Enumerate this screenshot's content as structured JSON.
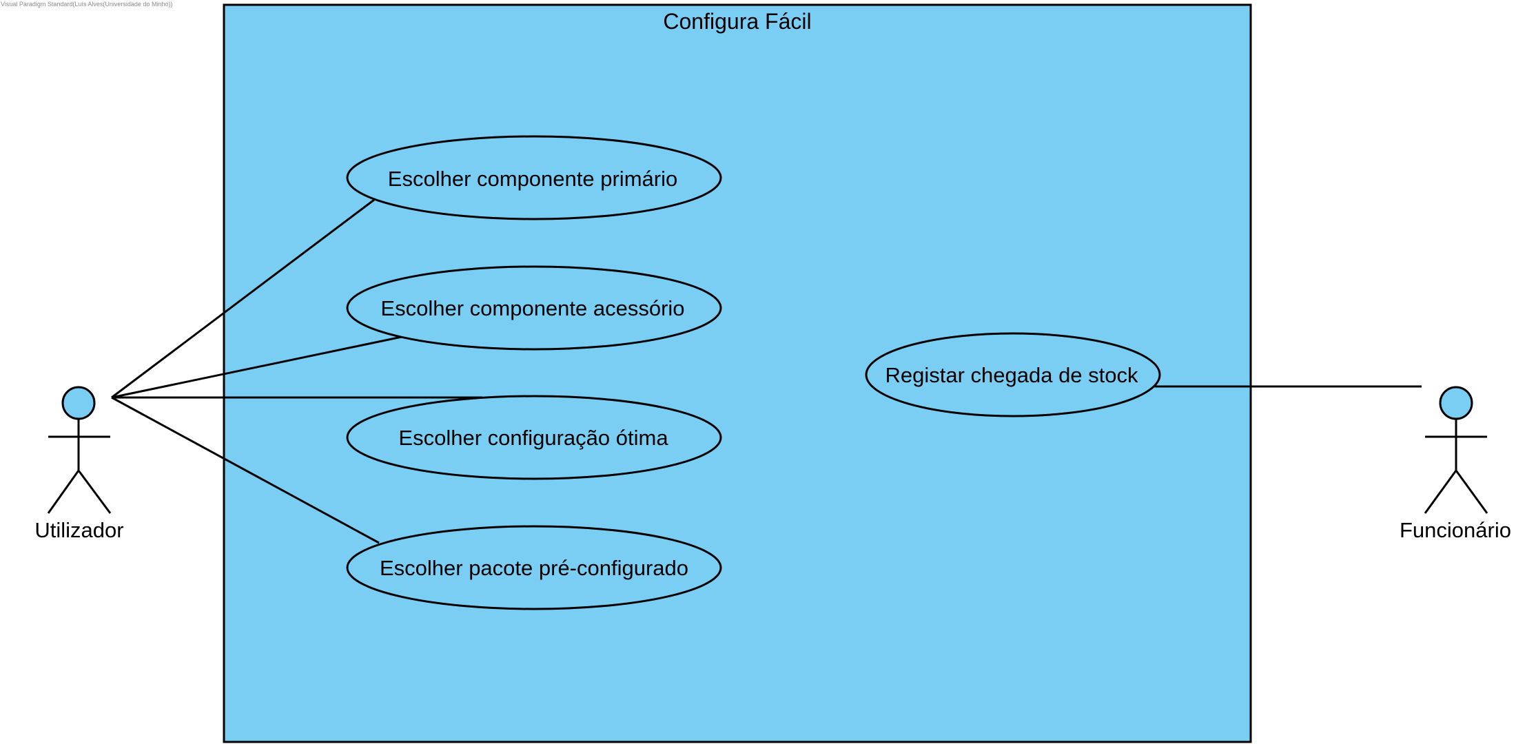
{
  "watermark": "Visual Paradigm Standard(Luís Alves(Universidade do Minho))",
  "system": {
    "name": "Configura Fácil"
  },
  "actors": {
    "utilizador": "Utilizador",
    "funcionario": "Funcionário"
  },
  "use_cases": {
    "escolher_componente_primario": "Escolher componente primário",
    "escolher_componente_acessorio": "Escolher componente acessório",
    "escolher_configuracao_otima": "Escolher configuração ótima",
    "escolher_pacote_pre_configurado": "Escolher pacote pré-configurado",
    "registar_chegada_de_stock": "Registar chegada de stock"
  },
  "associations": [
    {
      "from": "Utilizador",
      "to": "Escolher componente primário"
    },
    {
      "from": "Utilizador",
      "to": "Escolher componente acessório"
    },
    {
      "from": "Utilizador",
      "to": "Escolher configuração ótima"
    },
    {
      "from": "Utilizador",
      "to": "Escolher pacote pré-configurado"
    },
    {
      "from": "Funcionário",
      "to": "Registar chegada de stock"
    }
  ],
  "colors": {
    "fill": "#7acef4",
    "stroke": "#000000",
    "background": "#ffffff"
  }
}
